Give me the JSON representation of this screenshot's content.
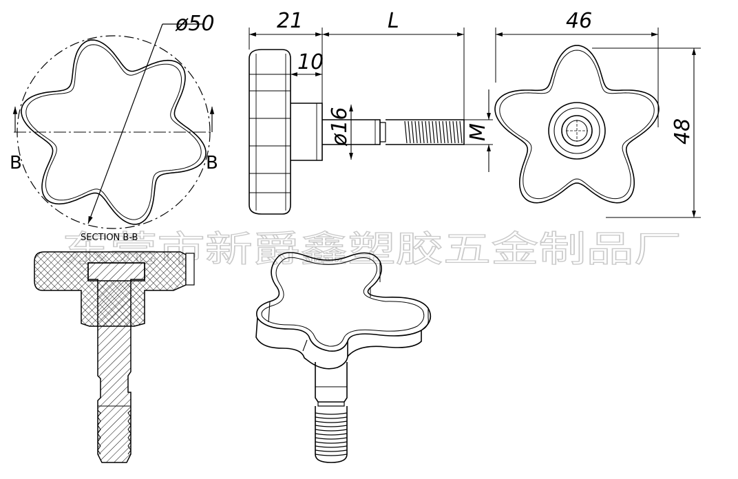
{
  "dimensions": {
    "diameter_outer": "ø50",
    "hub_width": "21",
    "length": "L",
    "hub_offset": "10",
    "shank_diameter": "ø16",
    "thread": "M",
    "front_width": "46",
    "front_height": "48"
  },
  "section": {
    "marker_left": "B",
    "marker_right": "B",
    "caption": "SECTION B-B"
  },
  "watermark": "东莞市新爵鑫塑胶五金制品厂"
}
